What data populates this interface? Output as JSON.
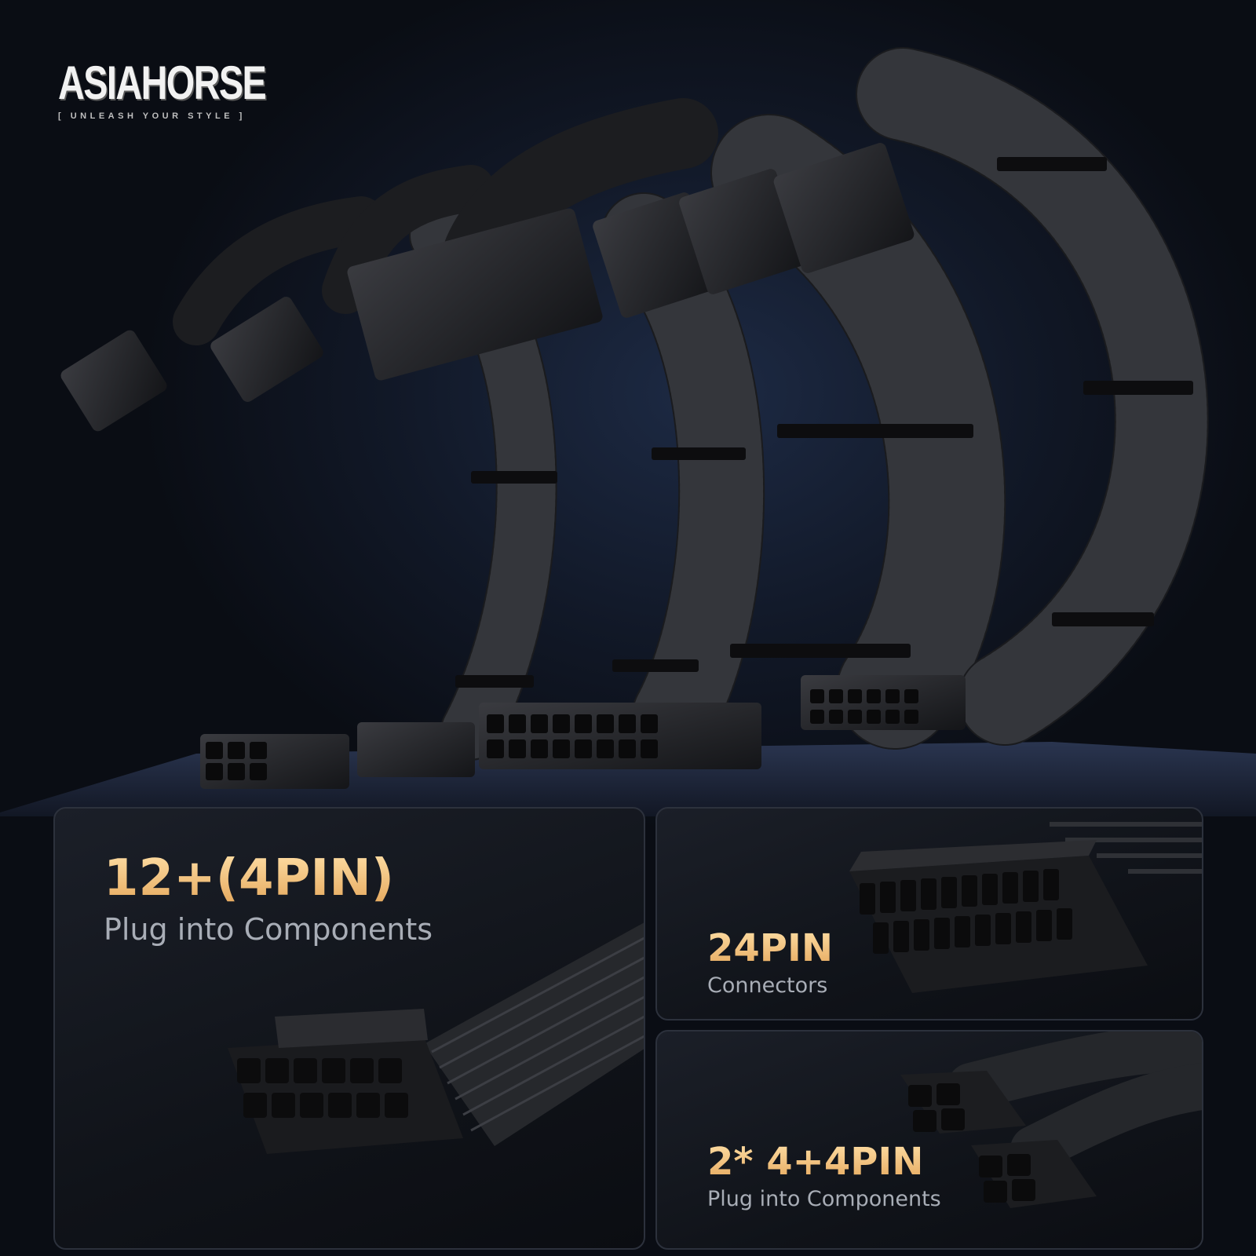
{
  "brand": {
    "name": "ASIAHORSE",
    "tagline": "[ UNLEASH YOUR STYLE ]"
  },
  "panels": [
    {
      "title": "12+(4PIN)",
      "subtitle": "Plug into Components"
    },
    {
      "title": "24PIN",
      "subtitle": "Connectors"
    },
    {
      "title": "2* 4+4PIN",
      "subtitle": "Plug into Components"
    }
  ],
  "colors": {
    "background": "#0b0e15",
    "accent_gold": "#f4c27a",
    "cable_black": "#1e1f22",
    "panel_border": "#2c313c"
  }
}
